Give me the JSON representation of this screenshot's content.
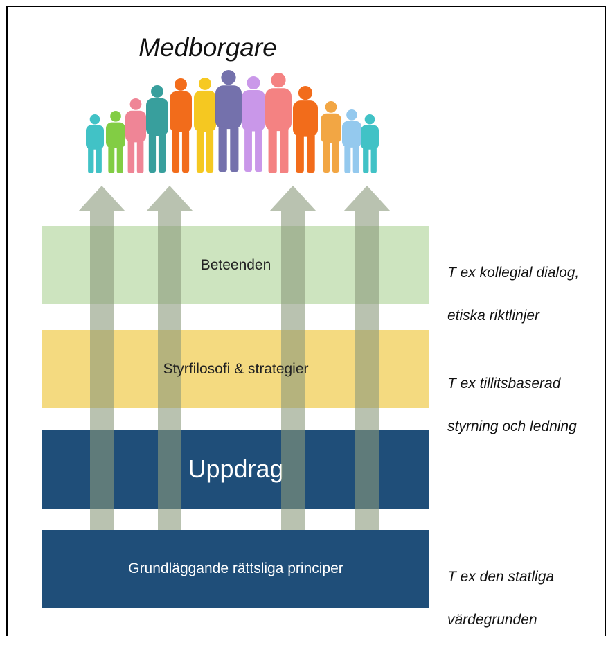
{
  "title": "Medborgare",
  "layers": [
    {
      "label": "Beteenden",
      "color": "#cde4bf"
    },
    {
      "label": "Styrfilosofi & strategier",
      "color": "#f4da80"
    },
    {
      "label": "Uppdrag",
      "color": "#1f4e79"
    },
    {
      "label": "Grundläggande rättsliga principer",
      "color": "#1f4e79"
    }
  ],
  "notes": [
    {
      "line1": "T ex kollegial dialog,",
      "line2": "etiska riktlinjer"
    },
    {
      "line1": "T ex tillitsbaserad",
      "line2": "styrning och ledning"
    },
    {
      "line1": "T ex den statliga",
      "line2": "värdegrunden"
    }
  ],
  "colors": {
    "arrow": "#8a9a7b",
    "people": [
      "#37bfc3",
      "#7ccb3b",
      "#ef7f91",
      "#2e9a98",
      "#f2650f",
      "#f5c616",
      "#6d6aa8",
      "#c792e8",
      "#f47c7c",
      "#f2650f",
      "#f2a23a",
      "#8fc7ee",
      "#37bfc3"
    ]
  },
  "icons": [
    "people-crowd-icon",
    "up-arrow-icon"
  ]
}
